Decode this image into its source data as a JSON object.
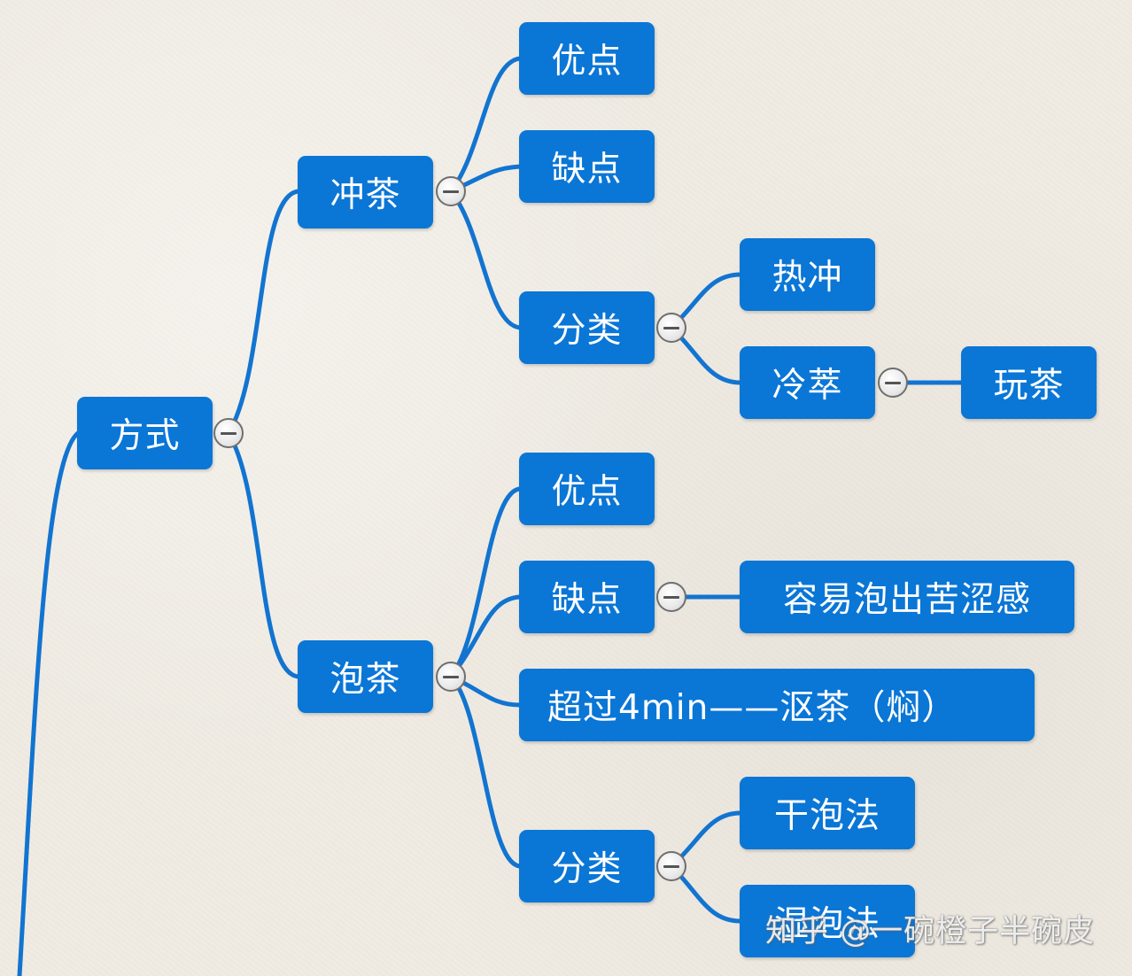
{
  "mindmap": {
    "root": {
      "label": "方式",
      "children": [
        {
          "label": "冲茶",
          "children": [
            {
              "label": "优点"
            },
            {
              "label": "缺点"
            },
            {
              "label": "分类",
              "children": [
                {
                  "label": "热冲"
                },
                {
                  "label": "冷萃",
                  "children": [
                    {
                      "label": "玩茶"
                    }
                  ]
                }
              ]
            }
          ]
        },
        {
          "label": "泡茶",
          "children": [
            {
              "label": "优点"
            },
            {
              "label": "缺点",
              "children": [
                {
                  "label": "容易泡出苦涩感"
                }
              ]
            },
            {
              "label": "超过4min——沤茶（焖）"
            },
            {
              "label": "分类",
              "children": [
                {
                  "label": "干泡法"
                },
                {
                  "label": "湿泡法"
                }
              ]
            }
          ]
        }
      ]
    }
  },
  "collapse_icon": "minus-circle-icon",
  "link_color": "#1274d0",
  "node_color": "#0a76d6",
  "watermark": "知乎 @一碗橙子半碗皮"
}
